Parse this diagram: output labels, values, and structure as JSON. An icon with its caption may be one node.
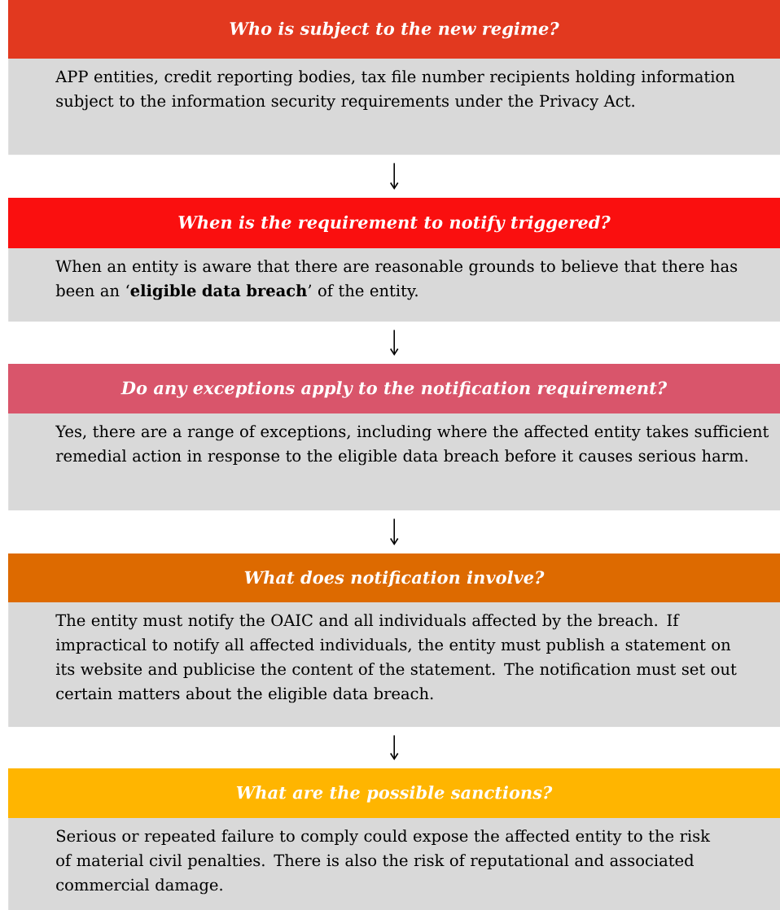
{
  "diagram": {
    "nodes": [
      {
        "text": [
          "Who is subject to the new regime?",
          "APP entities, credit reporting bodies, tax file number recipients holding information subject to the information security requirements under the Privacy Act."
        ]
      },
      {
        "text": [
          "When is the requirement to notify triggered?",
          "When an entity is aware that there are reasonable grounds to believe that there has been an ‘**eligible data breach**’ of the entity."
        ]
      },
      {
        "text": [
          "Do any exceptions apply to the notification requirement?",
          "Yes, there are a range of exceptions, including where the affected entity takes sufficient remedial action in response to the eligible data breach before it causes serious harm."
        ]
      },
      {
        "text": [
          "What does notification involve?",
          "The entity must notify the OAIC and all individuals affected by the breach. If impractical to notify all affected individuals, the entity must publish a statement on its website and publicise the content of the statement. The notification must set out certain matters about the eligible data breach."
        ]
      },
      {
        "text": [
          "What are the possible sanctions?",
          "Serious or repeated failure to comply could expose the affected entity to the risk of material civil penalties. There is also the risk of reputational and associated commercial damage."
        ]
      }
    ],
    "edges": [
      {
        "from": 0,
        "to": 1,
        "arrow": "to"
      },
      {
        "from": 1,
        "to": 2,
        "arrow": "to"
      },
      {
        "from": 2,
        "to": 3,
        "arrow": "to"
      },
      {
        "from": 3,
        "to": 4,
        "arrow": "to"
      }
    ]
  }
}
